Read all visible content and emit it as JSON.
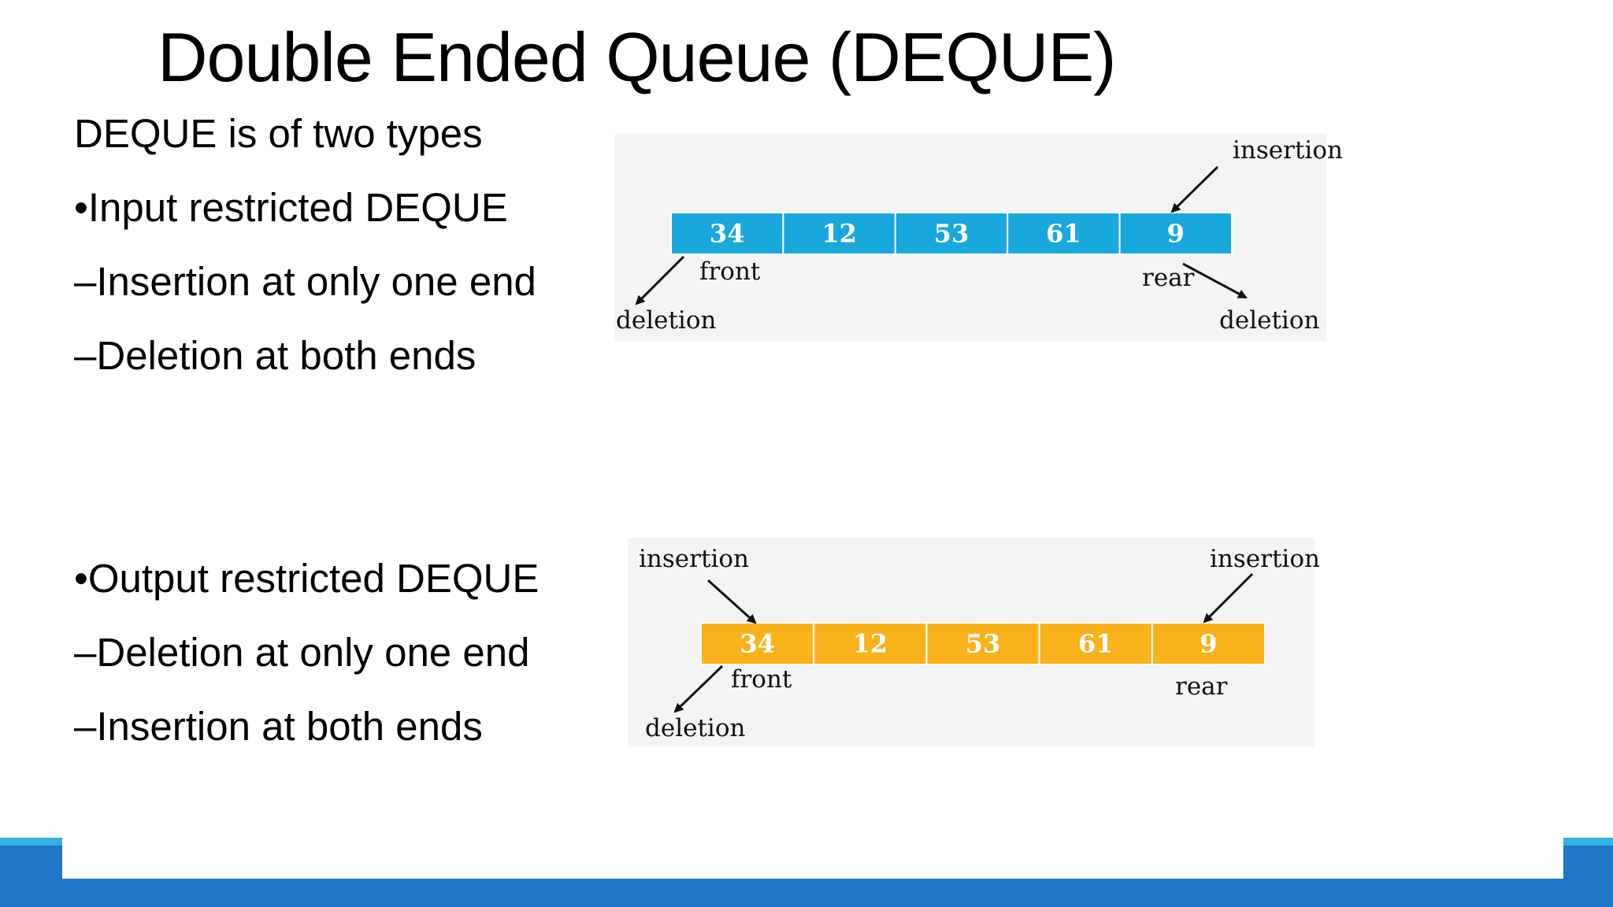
{
  "title": "Double Ended Queue (DEQUE)",
  "text_lines": [
    "DEQUE is of two types",
    "•Input restricted DEQUE",
    "–Insertion at only one end",
    "–Deletion at both ends",
    "•Output restricted DEQUE",
    "–Deletion at only one end",
    "–Insertion at both ends"
  ],
  "colors": {
    "input_cells": "#19a8dc",
    "output_cells": "#f9b21c",
    "footer": "#1e77c4",
    "footer_accent": "#37aee4"
  },
  "input_deque": {
    "values": [
      "34",
      "12",
      "53",
      "61",
      "9"
    ],
    "front_label": "front",
    "rear_label": "rear",
    "insertion_label": "insertion",
    "deletion_left_label": "deletion",
    "deletion_right_label": "deletion"
  },
  "output_deque": {
    "values": [
      "34",
      "12",
      "53",
      "61",
      "9"
    ],
    "front_label": "front",
    "rear_label": "rear",
    "insertion_left_label": "insertion",
    "insertion_right_label": "insertion",
    "deletion_label": "deletion"
  }
}
